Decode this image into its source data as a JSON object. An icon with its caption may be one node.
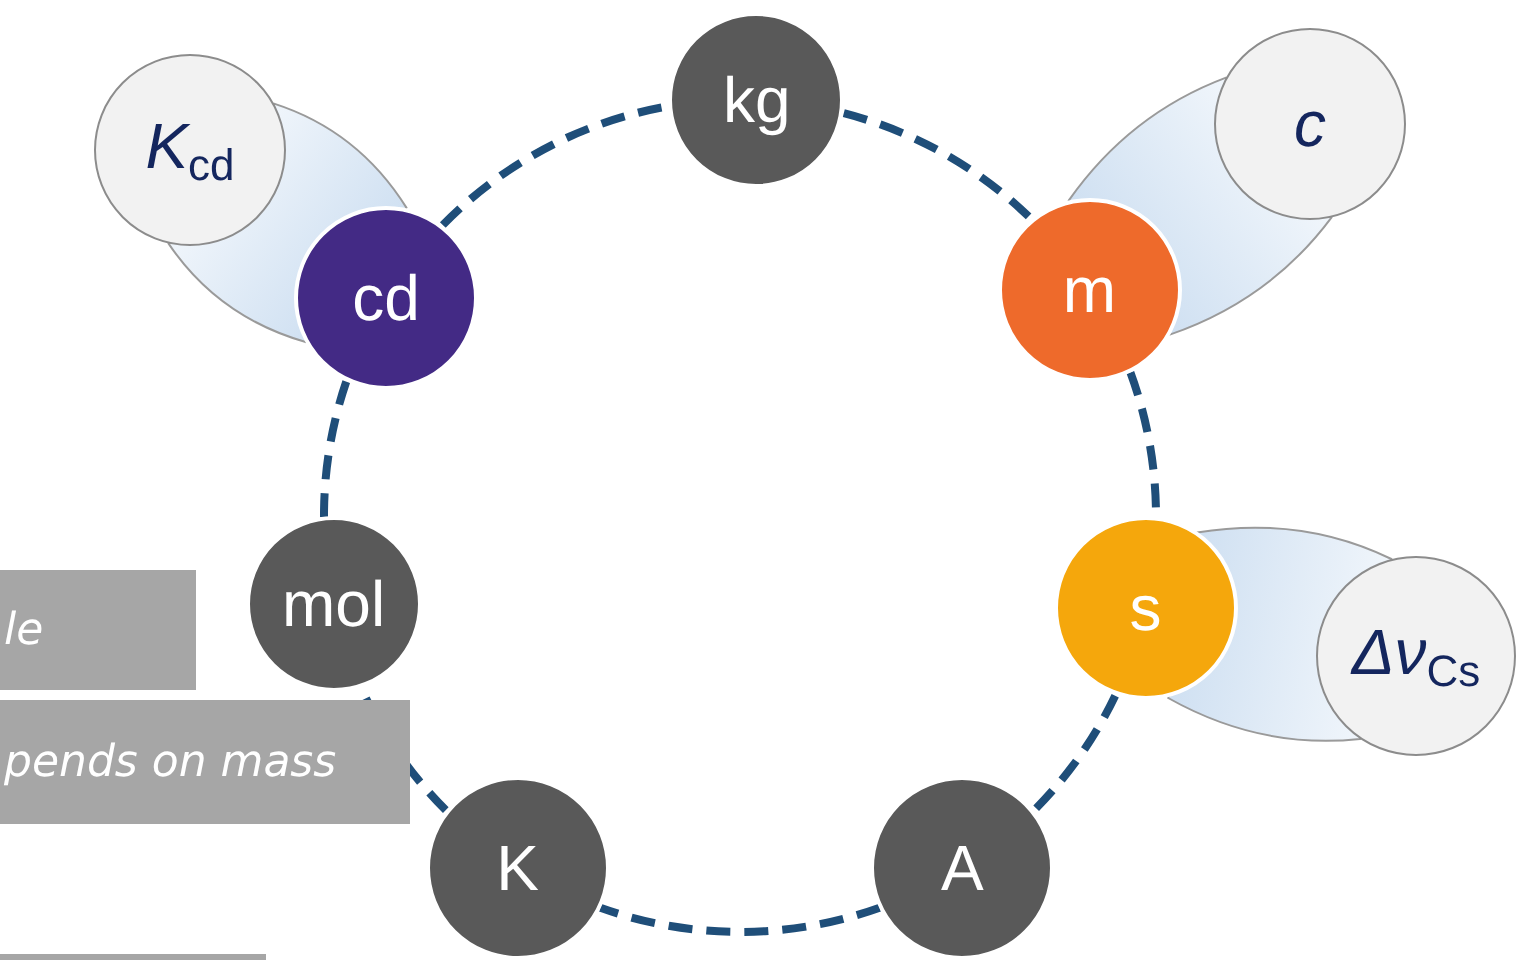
{
  "diagram": {
    "nodes": [
      {
        "text": [
          "K$_{cd}$"
        ]
      },
      {
        "text": [
          "kg"
        ]
      },
      {
        "text": [
          "c"
        ]
      },
      {
        "text": [
          "cd"
        ]
      },
      {
        "text": [
          "m"
        ]
      },
      {
        "text": [
          "mol"
        ]
      },
      {
        "text": [
          "s"
        ]
      },
      {
        "text": [
          "Δν$_{Cs}$"
        ]
      },
      {
        "text": [
          "K"
        ]
      },
      {
        "text": [
          "A"
        ]
      }
    ],
    "edges": [
      {
        "from": 1,
        "to": 4,
        "arrow": "none",
        "style": "dashed"
      },
      {
        "from": 4,
        "to": 6,
        "arrow": "none",
        "style": "dashed"
      },
      {
        "from": 6,
        "to": 9,
        "arrow": "none",
        "style": "dashed"
      },
      {
        "from": 9,
        "to": 8,
        "arrow": "none",
        "style": "dashed"
      },
      {
        "from": 8,
        "to": 5,
        "arrow": "none",
        "style": "dashed"
      },
      {
        "from": 5,
        "to": 3,
        "arrow": "none",
        "style": "dashed"
      },
      {
        "from": 3,
        "to": 1,
        "arrow": "none",
        "style": "dashed"
      },
      {
        "from": 3,
        "to": 0,
        "arrow": "none",
        "style": "thick",
        "color": "#c9dcf0"
      },
      {
        "from": 4,
        "to": 2,
        "arrow": "none",
        "style": "thick",
        "color": "#c9dcf0"
      },
      {
        "from": 6,
        "to": 7,
        "arrow": "none",
        "style": "thick",
        "color": "#c9dcf0"
      }
    ],
    "labels": [
      "le",
      "pends on mass"
    ]
  }
}
